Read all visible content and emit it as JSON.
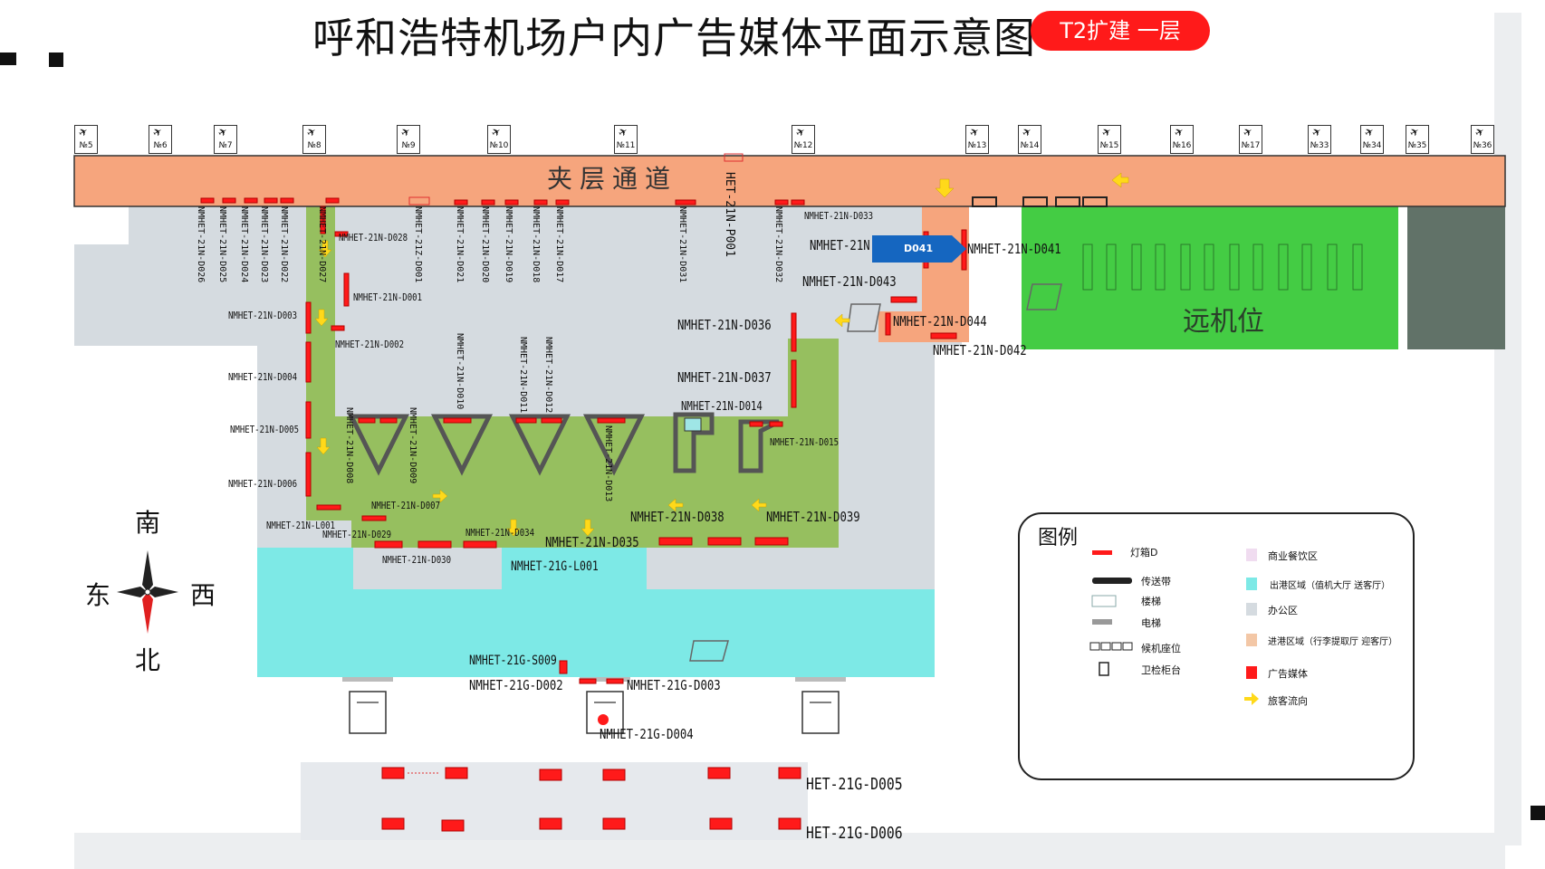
{
  "title": "呼和浩特机场户内广告媒体平面示意图",
  "badge": "T2扩建 一层",
  "gates": [
    "№5",
    "№6",
    "№7",
    "№8",
    "№9",
    "№10",
    "№11",
    "№12",
    "№13",
    "№14",
    "№15",
    "№16",
    "№17",
    "№33",
    "№34",
    "№35",
    "№36"
  ],
  "zones": {
    "mezzanine": "夹层通道",
    "remote_stands": "远机位"
  },
  "callout": "D041",
  "vertical_labels": {
    "d026": "NMHET-21N-D026",
    "d025": "NMHET-21N-D025",
    "d024": "NMHET-21N-D024",
    "d023": "NMHET-21N-D023",
    "d022": "NMHET-21N-D022",
    "d027": "NMHET-21N-D027",
    "z001": "NMHET-21Z-D001",
    "d021": "NMHET-21N-D021",
    "d020": "NMHET-21N-D020",
    "d019": "NMHET-21N-D019",
    "d018": "NMHET-21N-D018",
    "d017": "NMHET-21N-D017",
    "d031": "NMHET-21N-D031",
    "p001": "HET-21N-P001",
    "d032": "NMHET-21N-D032",
    "d010": "NMHET-21N-D010",
    "d011": "NMHET-21N-D011",
    "d012": "NMHET-21N-D012",
    "d008": "NMHET-21N-D008",
    "d009": "NMHET-21N-D009",
    "d013": "NMHET-21N-D013"
  },
  "labels": {
    "d033": "NMHET-21N-D033",
    "d040": "NMHET-21N",
    "d041": "NMHET-21N-D041",
    "d043": "NMHET-21N-D043",
    "d044": "NMHET-21N-D044",
    "d042": "NMHET-21N-D042",
    "d036": "NMHET-21N-D036",
    "d037": "NMHET-21N-D037",
    "d014": "NMHET-21N-D014",
    "d015": "NMHET-21N-D015",
    "d028": "NMHET-21N-D028",
    "d001": "NMHET-21N-D001",
    "d002": "NMHET-21N-D002",
    "d003": "NMHET-21N-D003",
    "d004": "NMHET-21N-D004",
    "d005": "NMHET-21N-D005",
    "d006": "NMHET-21N-D006",
    "d007": "NMHET-21N-D007",
    "l001": "NMHET-21N-L001",
    "d029": "NMHET-21N-D029",
    "d030": "NMHET-21N-D030",
    "d034": "NMHET-21N-D034",
    "d035": "NMHET-21N-D035",
    "d038": "NMHET-21N-D038",
    "d039": "NMHET-21N-D039",
    "g_l001": "NMHET-21G-L001",
    "g_s009": "NMHET-21G-S009",
    "g_d002": "NMHET-21G-D002",
    "g_d003": "NMHET-21G-D003",
    "g_d004": "NMHET-21G-D004",
    "g_d005": "HET-21G-D005",
    "g_d006": "HET-21G-D006"
  },
  "compass": {
    "south": "南",
    "east": "东",
    "west": "西",
    "north": "北"
  },
  "legend": {
    "title": "图例",
    "items": [
      {
        "label": "灯箱D"
      },
      {
        "label": "传送带"
      },
      {
        "label": "楼梯"
      },
      {
        "label": "电梯"
      },
      {
        "label": "候机座位"
      },
      {
        "label": "卫检柜台"
      },
      {
        "label": "商业餐饮区"
      },
      {
        "label": "出港区域（值机大厅 送客厅）"
      },
      {
        "label": "办公区"
      },
      {
        "label": "进港区域（行李提取厅 迎客厅）"
      },
      {
        "label": "广告媒体"
      },
      {
        "label": "旅客流向"
      }
    ]
  },
  "colors": {
    "mezzanine": "#f6a57d",
    "office": "#d5dbe0",
    "green": "#96bf5f",
    "cyan": "#7de9e6",
    "remote": "#44cc44",
    "ad": "#ff1a1a",
    "arrow": "#ffd91a",
    "callout": "#1566c0",
    "light_gray": "#e6e9ed"
  }
}
